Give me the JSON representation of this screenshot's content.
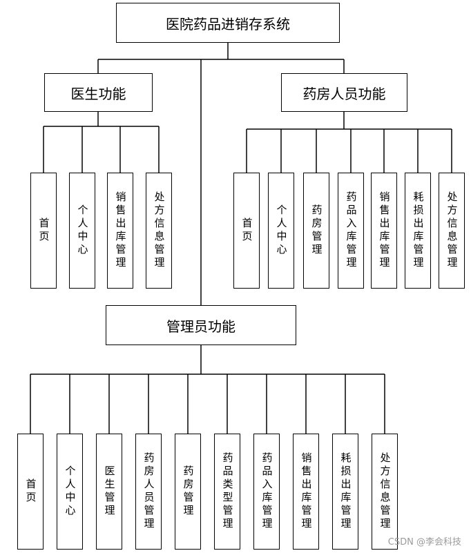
{
  "root": "医院药品进销存系统",
  "doctor": {
    "title": "医生功能",
    "items": [
      "首页",
      "个人中心",
      "销售出库管理",
      "处方信息管理"
    ]
  },
  "pharmacy": {
    "title": "药房人员功能",
    "items": [
      "首页",
      "个人中心",
      "药房管理",
      "药品入库管理",
      "销售出库管理",
      "耗损出库管理",
      "处方信息管理"
    ]
  },
  "admin": {
    "title": "管理员功能",
    "items": [
      "首页",
      "个人中心",
      "医生管理",
      "药房人员管理",
      "药房管理",
      "药品类型管理",
      "药品入库管理",
      "销售出库管理",
      "耗损出库管理",
      "处方信息管理"
    ]
  },
  "watermark": "CSDN @李会科技"
}
